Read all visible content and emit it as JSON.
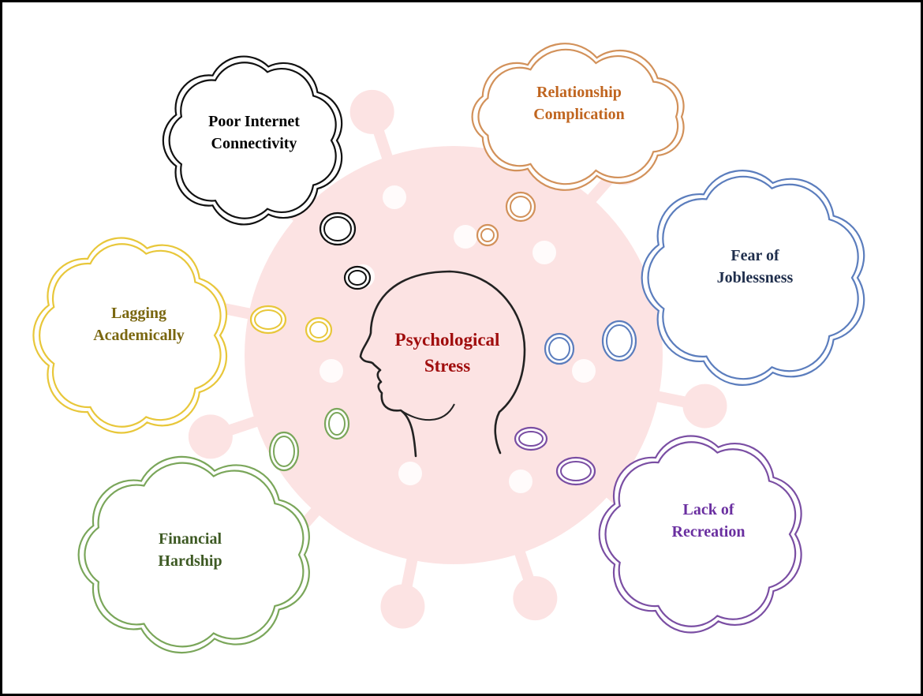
{
  "colors": {
    "frame": "#000000",
    "virus": "#fce3e3",
    "head": "#222222",
    "center_text": "#a00d0d"
  },
  "center": {
    "line1": "Psychological",
    "line2": "Stress"
  },
  "clouds": [
    {
      "id": "poor-internet",
      "line1": "Poor Internet",
      "line2": "Connectivity",
      "stroke": "#111111",
      "text": "#000000"
    },
    {
      "id": "relationship",
      "line1": "Relationship",
      "line2": "Complication",
      "stroke": "#d2915a",
      "text": "#c0651f"
    },
    {
      "id": "joblessness",
      "line1": "Fear of",
      "line2": "Joblessness",
      "stroke": "#5b7dbd",
      "text": "#1f2e4c"
    },
    {
      "id": "recreation",
      "line1": "Lack of",
      "line2": "Recreation",
      "stroke": "#7a4ea3",
      "text": "#6a2fa0"
    },
    {
      "id": "financial",
      "line1": "Financial",
      "line2": "Hardship",
      "stroke": "#7aa65a",
      "text": "#3e5a24"
    },
    {
      "id": "academic",
      "line1": "Lagging",
      "line2": "Academically",
      "stroke": "#e8c73a",
      "text": "#7a6710"
    }
  ]
}
